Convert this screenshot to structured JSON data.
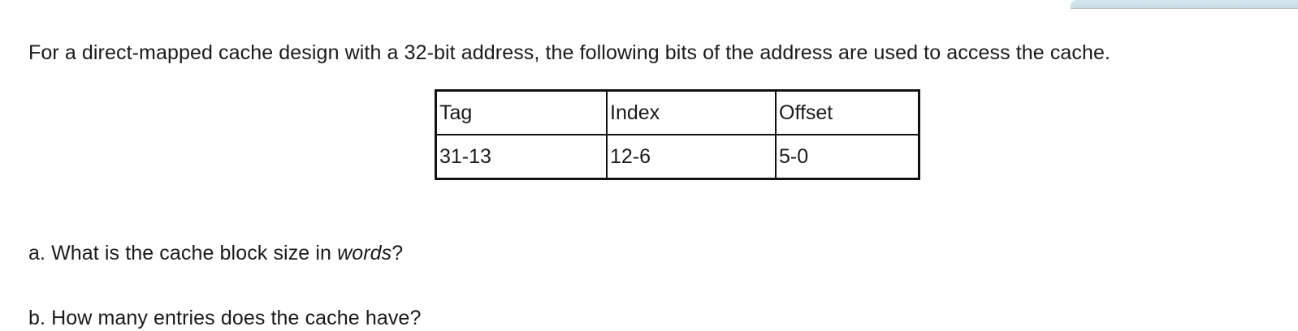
{
  "document": {
    "prompt": "For a direct-mapped cache design with a 32-bit address, the following bits of the address are used to access the cache.",
    "address_table": {
      "headers": [
        "Tag",
        "Index",
        "Offset"
      ],
      "rows": [
        [
          "31-13",
          "12-6",
          "5-0"
        ]
      ]
    },
    "questions": [
      {
        "label": "a. What is the cache block size in ",
        "emphasis": "words",
        "tail": "?"
      },
      {
        "label": "b. How many entries does the cache have?",
        "emphasis": "",
        "tail": ""
      }
    ]
  },
  "chrome": {
    "accent_color": "#cfe2ea",
    "border_color": "#b9c3c8"
  }
}
